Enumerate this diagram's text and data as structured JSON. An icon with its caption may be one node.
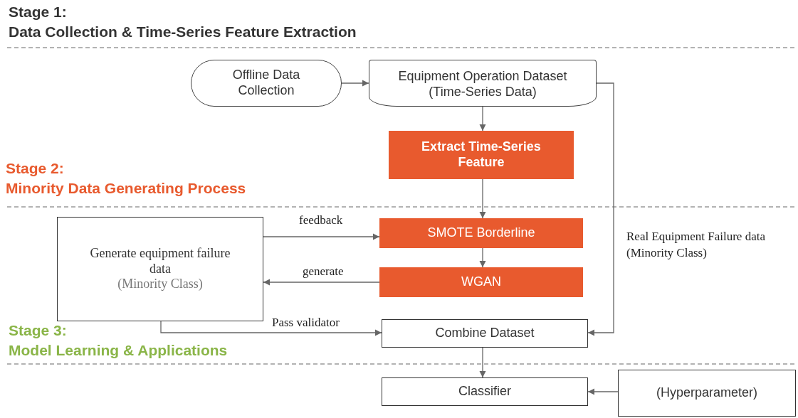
{
  "diagram": {
    "nodes": [
      {
        "text": [
          "Offline Data Collection"
        ]
      },
      {
        "text": [
          "Equipment Operation Dataset (Time-Series Data)"
        ]
      },
      {
        "text": [
          "Extract Time-Series Feature"
        ]
      },
      {
        "text": [
          "SMOTE Borderline"
        ]
      },
      {
        "text": [
          "WGAN"
        ]
      },
      {
        "text": [
          "Generate equipment failure data",
          "(Minority Class)"
        ]
      },
      {
        "text": [
          "Combine Dataset"
        ]
      },
      {
        "text": [
          "Classifier"
        ]
      },
      {
        "text": [
          "(Hyperparameter)"
        ]
      }
    ],
    "edges": [
      {
        "from": 0,
        "to": 1,
        "arrow": "to"
      },
      {
        "from": 1,
        "to": 2,
        "arrow": "to"
      },
      {
        "from": 2,
        "to": 3,
        "arrow": "to"
      },
      {
        "from": 5,
        "to": 3,
        "arrow": "to",
        "label": "feedback"
      },
      {
        "from": 3,
        "to": 4,
        "arrow": "to"
      },
      {
        "from": 4,
        "to": 5,
        "arrow": "to",
        "label": "generate"
      },
      {
        "from": 5,
        "to": 6,
        "arrow": "to",
        "label": "Pass validator"
      },
      {
        "from": 1,
        "to": 6,
        "arrow": "to",
        "label": "Real Equipment Failure data (Minority Class)"
      },
      {
        "from": 6,
        "to": 7,
        "arrow": "to"
      },
      {
        "from": 8,
        "to": 7,
        "arrow": "to"
      }
    ],
    "labels": [
      "Stage 1:",
      "Data Collection & Time-Series Feature Extraction",
      "Stage 2:",
      "Minority Data Generating Process",
      "Stage 3:",
      "Model Learning & Applications"
    ]
  }
}
